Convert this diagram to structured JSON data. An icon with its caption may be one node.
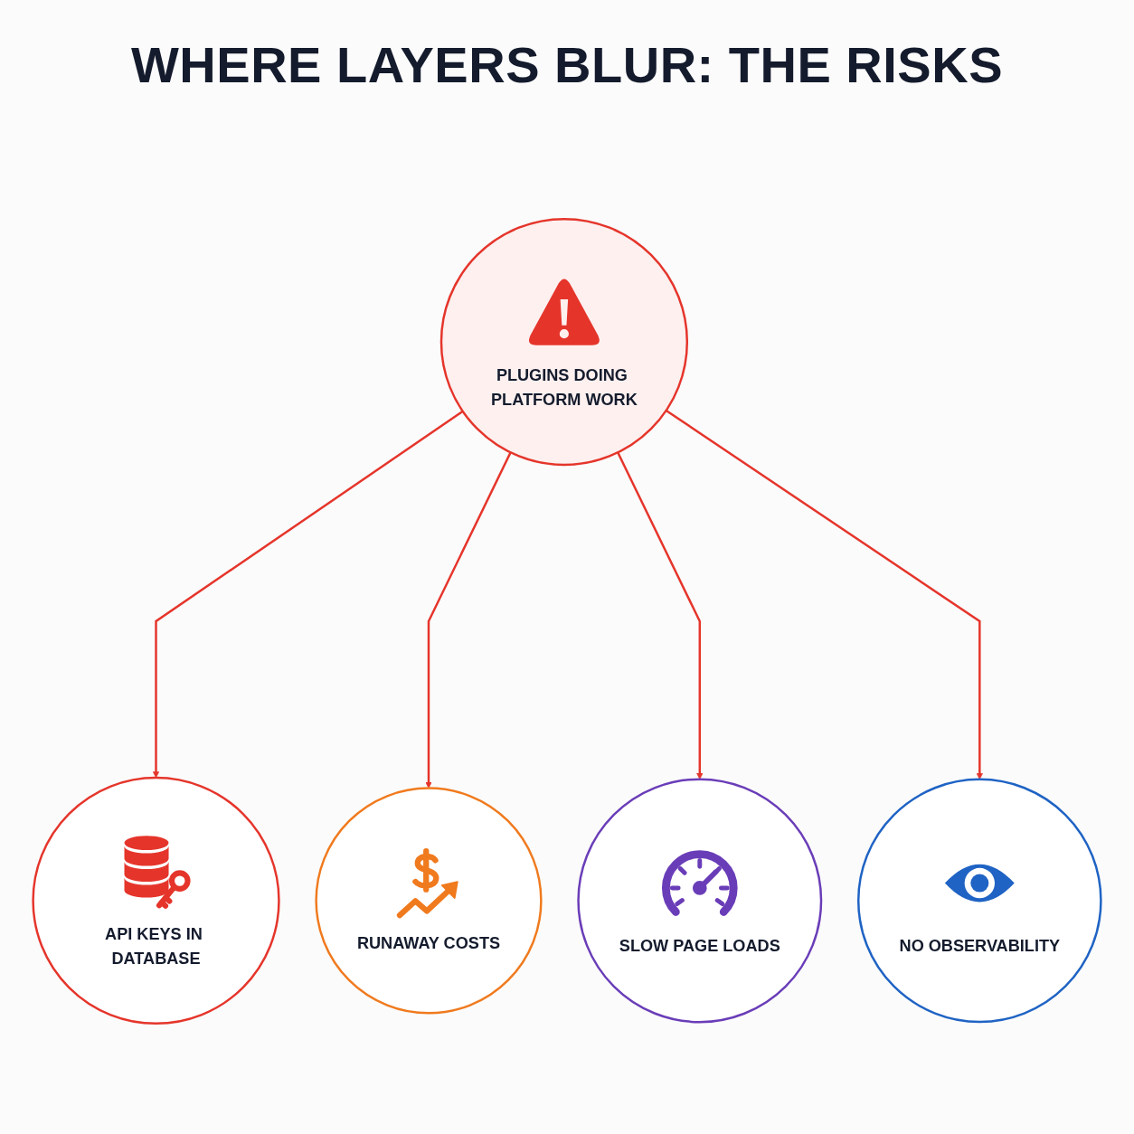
{
  "diagram": {
    "title": "WHERE LAYERS BLUR: THE RISKS",
    "nodes": [
      {
        "text": [
          "API KEYS IN DATABASE"
        ]
      },
      {
        "text": [
          "RUNAWAY COSTS"
        ]
      },
      {
        "text": [
          "PLUGINS DOING PLATFORM WORK"
        ]
      },
      {
        "text": [
          "SLOW PAGE LOADS"
        ]
      },
      {
        "text": [
          "NO OBSERVABILITY"
        ]
      }
    ],
    "edges": [
      {
        "from": 2,
        "to": 0,
        "arrow": "to"
      },
      {
        "from": 2,
        "to": 1,
        "arrow": "to"
      },
      {
        "from": 2,
        "to": 3,
        "arrow": "to"
      },
      {
        "from": 2,
        "to": 4,
        "arrow": "to"
      }
    ]
  }
}
